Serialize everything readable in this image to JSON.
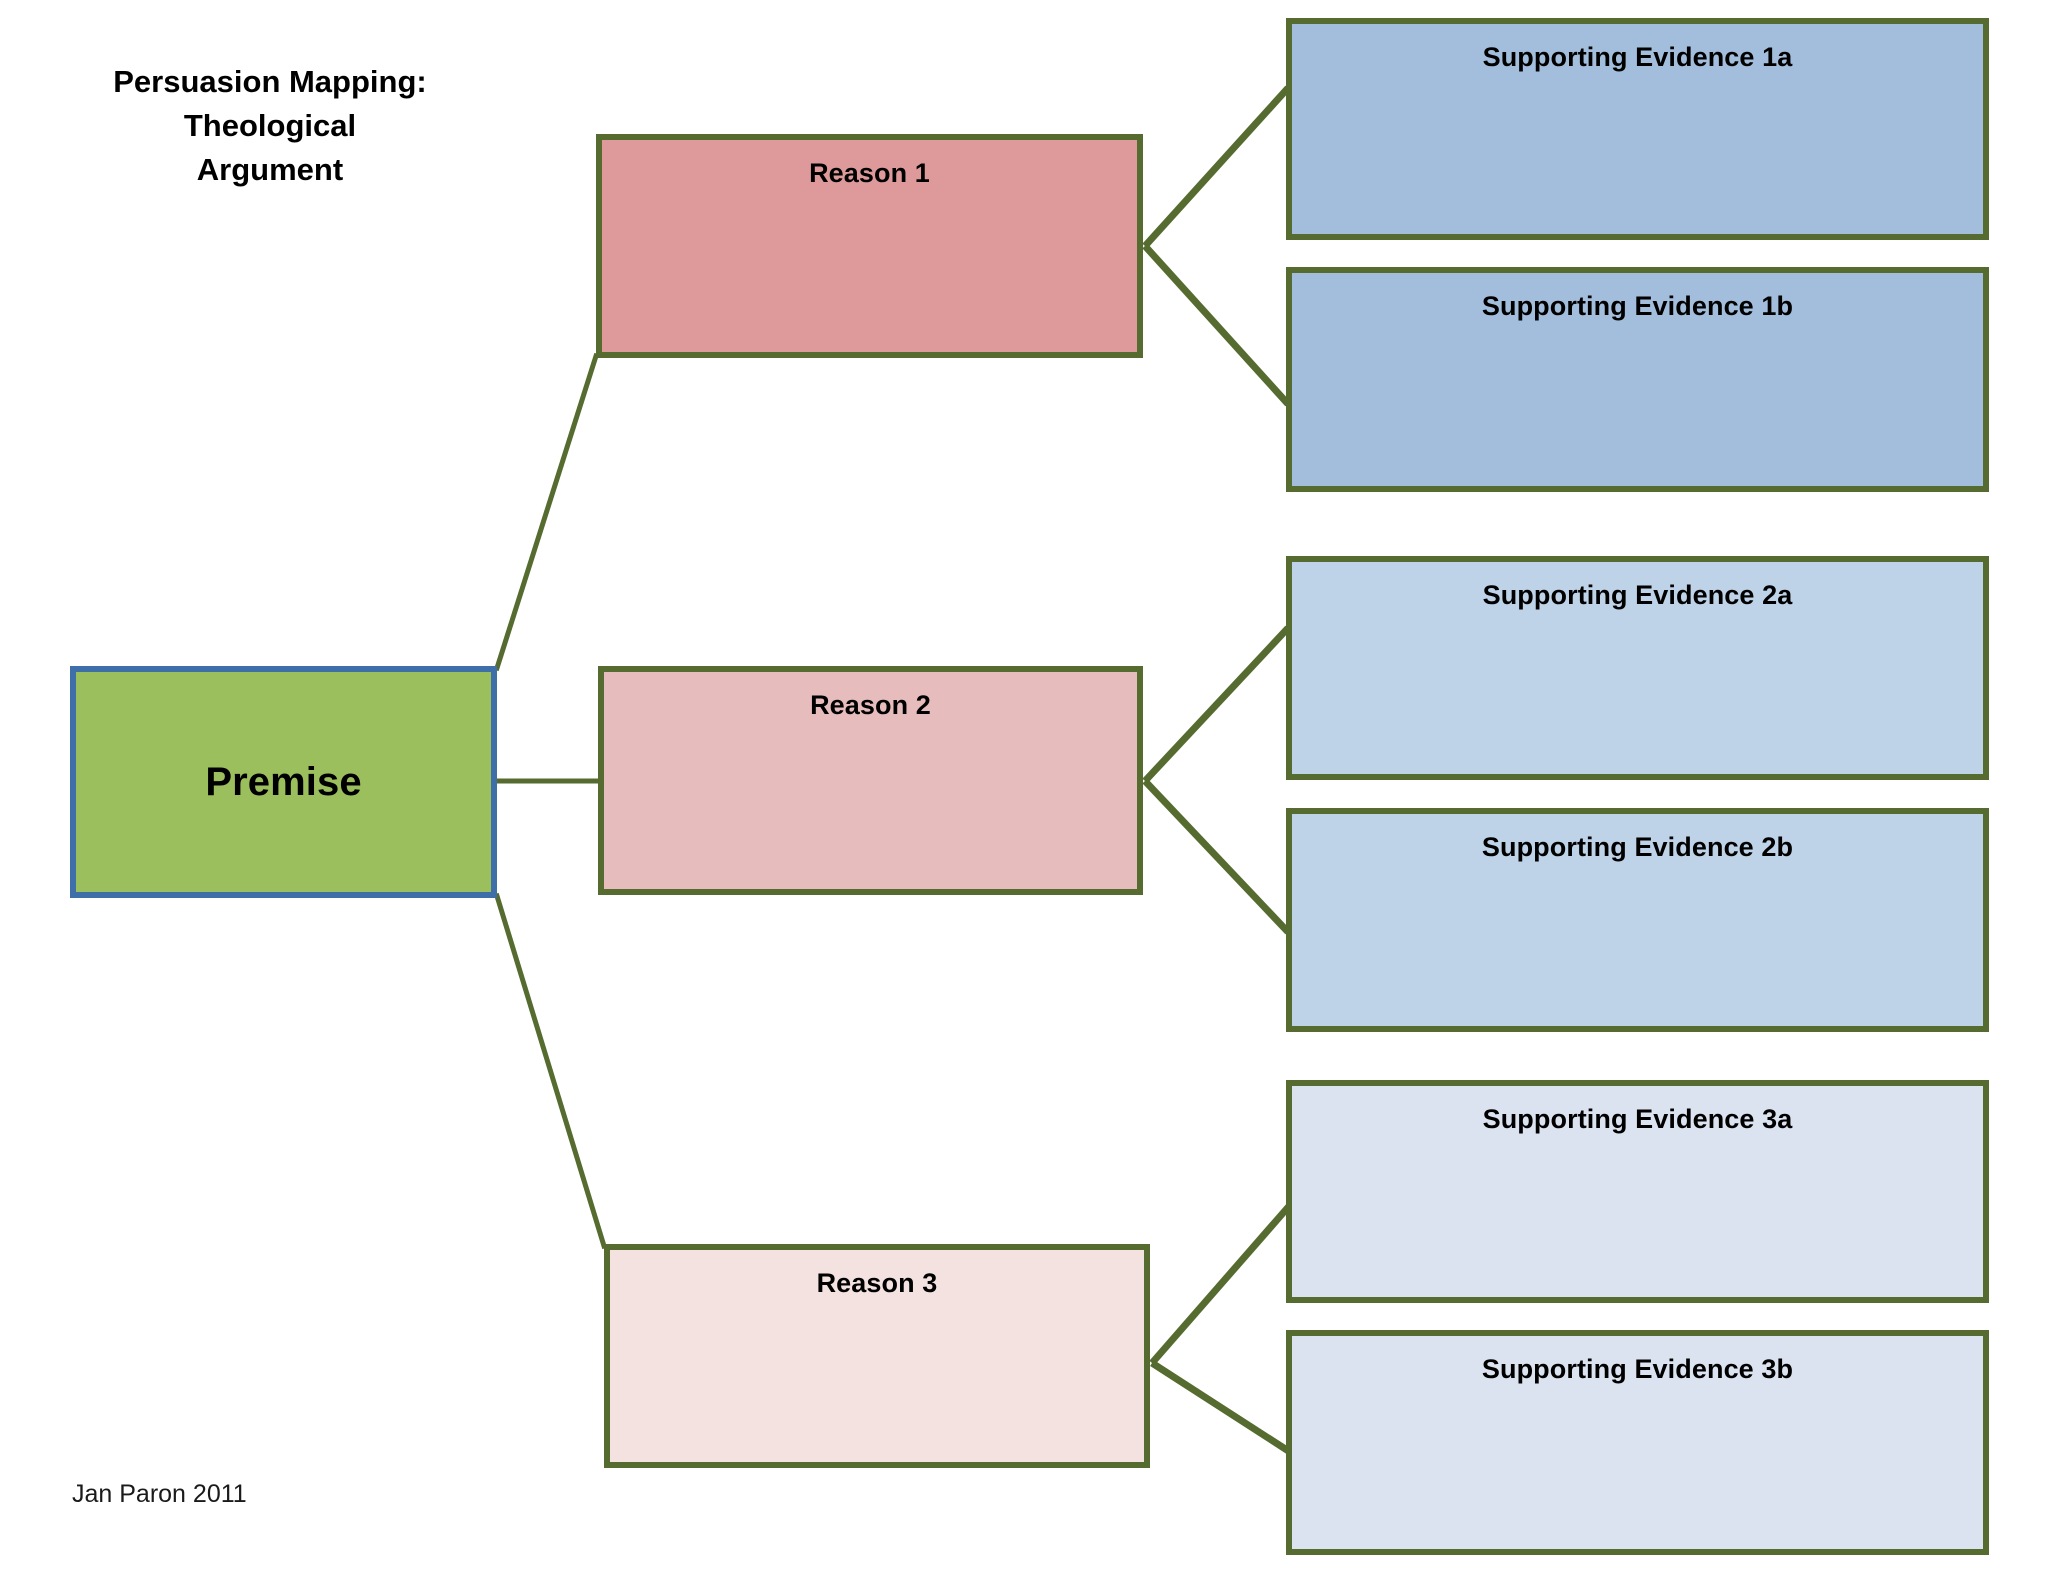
{
  "diagram": {
    "title_lines": [
      "Persuasion Mapping:",
      "Theological",
      "Argument"
    ],
    "credit": "Jan Paron 2011",
    "colors": {
      "connector": "#556B2F",
      "premise_fill": "#9CBF5E",
      "premise_border": "#3F6FA8",
      "node_border": "#556B2F",
      "reason_1_fill": "#DE9A9A",
      "reason_2_fill": "#E6BCBC",
      "reason_3_fill": "#F4E2E1",
      "evidence_1_fill": "#A3BEDC",
      "evidence_2_fill": "#BED2E8",
      "evidence_3_fill": "#DCE3F0",
      "background": "#FFFFFF",
      "text": "#000000"
    },
    "premise": {
      "label": "Premise"
    },
    "reasons": [
      {
        "label": "Reason 1"
      },
      {
        "label": "Reason 2"
      },
      {
        "label": "Reason 3"
      }
    ],
    "evidence": [
      {
        "label": "Supporting Evidence 1a"
      },
      {
        "label": "Supporting Evidence 1b"
      },
      {
        "label": "Supporting Evidence 2a"
      },
      {
        "label": "Supporting Evidence 2b"
      },
      {
        "label": "Supporting Evidence 3a"
      },
      {
        "label": "Supporting Evidence 3b"
      }
    ],
    "connections": [
      {
        "from": "Premise",
        "to": "Reason 1"
      },
      {
        "from": "Premise",
        "to": "Reason 2"
      },
      {
        "from": "Premise",
        "to": "Reason 3"
      },
      {
        "from": "Reason 1",
        "to": "Supporting Evidence 1a"
      },
      {
        "from": "Reason 1",
        "to": "Supporting Evidence 1b"
      },
      {
        "from": "Reason 2",
        "to": "Supporting Evidence 2a"
      },
      {
        "from": "Reason 2",
        "to": "Supporting Evidence 2b"
      },
      {
        "from": "Reason 3",
        "to": "Supporting Evidence 3a"
      },
      {
        "from": "Reason 3",
        "to": "Supporting Evidence 3b"
      }
    ]
  }
}
